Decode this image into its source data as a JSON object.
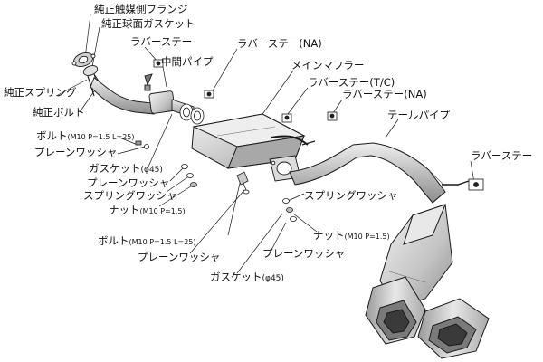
{
  "labels": {
    "flange": "純正触媒側フランジ",
    "spherical_gasket": "純正球面ガスケット",
    "rubber_stay_1": "ラバーステー",
    "mid_pipe": "中間パイプ",
    "rubber_stay_na_1": "ラバーステー(NA)",
    "main_muffler": "メインマフラー",
    "rubber_stay_tc": "ラバーステー(T/C)",
    "rubber_stay_na_2": "ラバーステー(NA)",
    "tail_pipe": "テールパイプ",
    "rubber_stay_2": "ラバーステー",
    "oem_spring": "純正スプリング",
    "oem_bolt": "純正ボルト",
    "bolt_1": "ボルト",
    "bolt_1_spec": "(M10 P=1.5 L=25)",
    "plain_washer_1": "プレーンワッシャ",
    "gasket_1": "ガスケット",
    "gasket_1_spec": "(φ45)",
    "plain_washer_2": "プレーンワッシャ",
    "spring_washer_1": "スプリングワッシャ",
    "nut_1": "ナット",
    "nut_1_spec": "(M10 P=1.5)",
    "spring_washer_2": "スプリングワッシャ",
    "nut_2": "ナット",
    "nut_2_spec": "(M10 P=1.5)",
    "bolt_2": "ボルト",
    "bolt_2_spec": "(M10 P=1.5 L=25)",
    "plain_washer_3": "プレーンワッシャ",
    "plain_washer_4": "プレーンワッシャ",
    "gasket_2": "ガスケット",
    "gasket_2_spec": "(φ45)"
  },
  "colors": {
    "line": "#1a1a1a",
    "pipe_fill": "#c9c9c9",
    "pipe_light": "#e6e6e6",
    "pipe_dark": "#8a8a8a",
    "background": "#ffffff"
  }
}
